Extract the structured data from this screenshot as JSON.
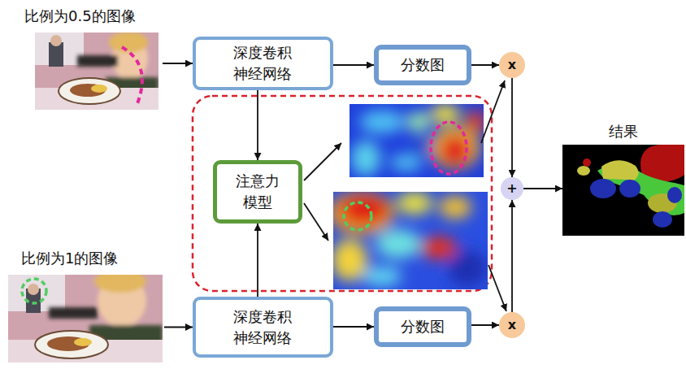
{
  "diagram": {
    "nodes": [
      {
        "text": [
          "比例为0.5的图像"
        ]
      },
      {
        "text": [
          "深度卷积 神经网络"
        ]
      },
      {
        "text": [
          "分数图"
        ]
      },
      {
        "text": [
          "x"
        ]
      },
      {
        "text": [
          "注意力 模型"
        ]
      },
      {
        "text": [
          "+"
        ]
      },
      {
        "text": [
          "结果"
        ]
      },
      {
        "text": [
          "比例为1的图像"
        ]
      },
      {
        "text": [
          "深度卷积 神经网络"
        ]
      },
      {
        "text": [
          "分数图"
        ]
      },
      {
        "text": [
          "x"
        ]
      }
    ],
    "edges": [
      {
        "from": 0,
        "to": 1,
        "arrow": "to"
      },
      {
        "from": 1,
        "to": 2,
        "arrow": "to"
      },
      {
        "from": 2,
        "to": 3,
        "arrow": "to"
      },
      {
        "from": 1,
        "to": 4,
        "arrow": "to"
      },
      {
        "from": 8,
        "to": 4,
        "arrow": "to"
      },
      {
        "from": 3,
        "to": 5,
        "arrow": "to"
      },
      {
        "from": 10,
        "to": 5,
        "arrow": "to"
      },
      {
        "from": 5,
        "to": 6,
        "arrow": "to"
      },
      {
        "from": 7,
        "to": 8,
        "arrow": "to"
      },
      {
        "from": 8,
        "to": 9,
        "arrow": "to"
      },
      {
        "from": 9,
        "to": 10,
        "arrow": "to"
      }
    ]
  }
}
